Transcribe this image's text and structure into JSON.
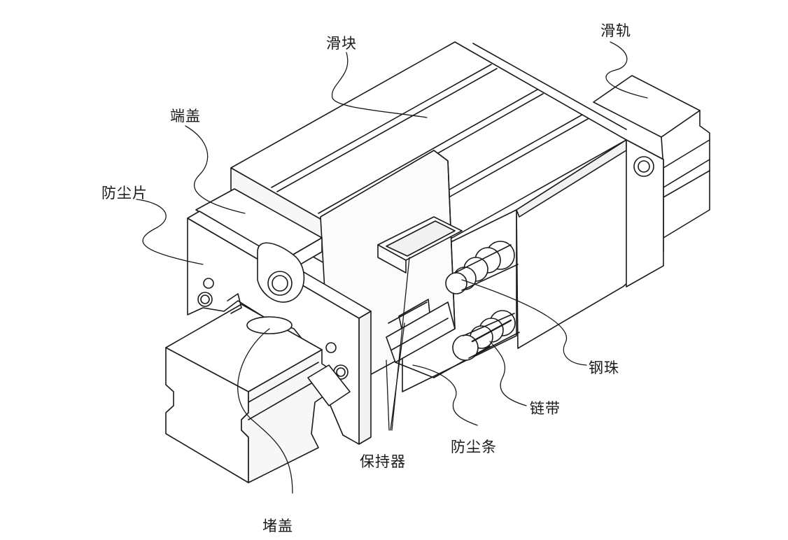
{
  "diagram": {
    "labels": {
      "slider": "滑块",
      "rail": "滑轨",
      "end_cap": "端盖",
      "dust_plate": "防尘片",
      "steel_ball": "钢珠",
      "chain_belt": "链带",
      "dust_strip": "防尘条",
      "retainer": "保持器",
      "plug_cap": "堵盖"
    },
    "colors": {
      "stroke": "#1a1a1a",
      "fill": "#ffffff",
      "shade": "#f1f1f1"
    }
  }
}
